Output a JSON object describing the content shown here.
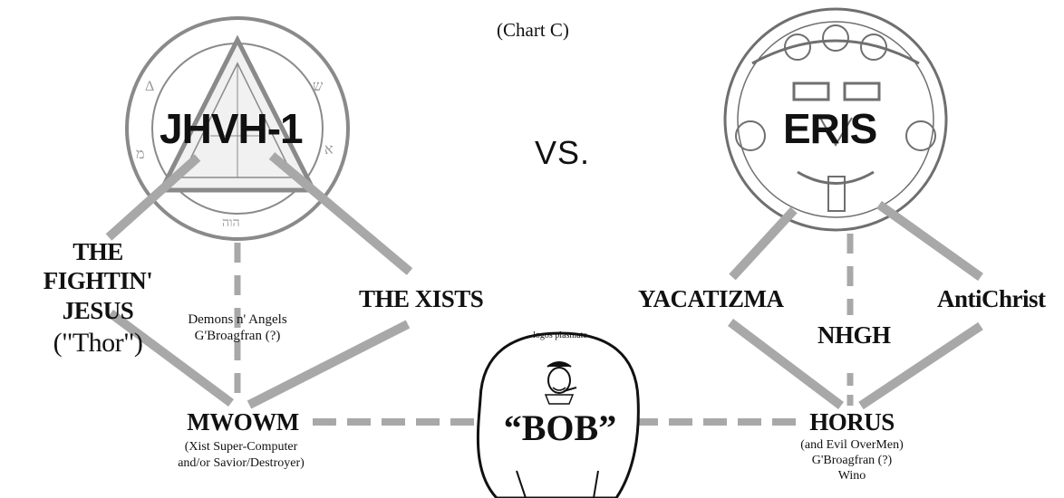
{
  "chart_label": "(Chart C)",
  "vs_label": "VS.",
  "left_deity": {
    "name": "JHVH-1"
  },
  "right_deity": {
    "name": "ERIS"
  },
  "left_branch": {
    "fightin_jesus": [
      "THE",
      "FIGHTIN'",
      "JESUS",
      "(\"Thor\")"
    ],
    "demons": [
      "Demons n' Angels",
      "G'Broagfran (?)"
    ],
    "xists": "THE XISTS",
    "mwowm": "MWOWM",
    "mwowm_sub": [
      "(Xist Super-Computer",
      "and/or Savior/Destroyer)"
    ]
  },
  "right_branch": {
    "yacatizma": "YACATIZMA",
    "nhgh": "NHGH",
    "antichrist": "AntiChrist",
    "horus": "HORUS",
    "horus_sub": [
      "(and Evil OverMen)",
      "G'Broagfran (?)",
      "Wino"
    ]
  },
  "center": {
    "bob": "“BOB”",
    "logos": "logos plasmate"
  },
  "colors": {
    "line": "#a8a8a8",
    "seal": "#8a8a8a",
    "text": "#111111"
  }
}
